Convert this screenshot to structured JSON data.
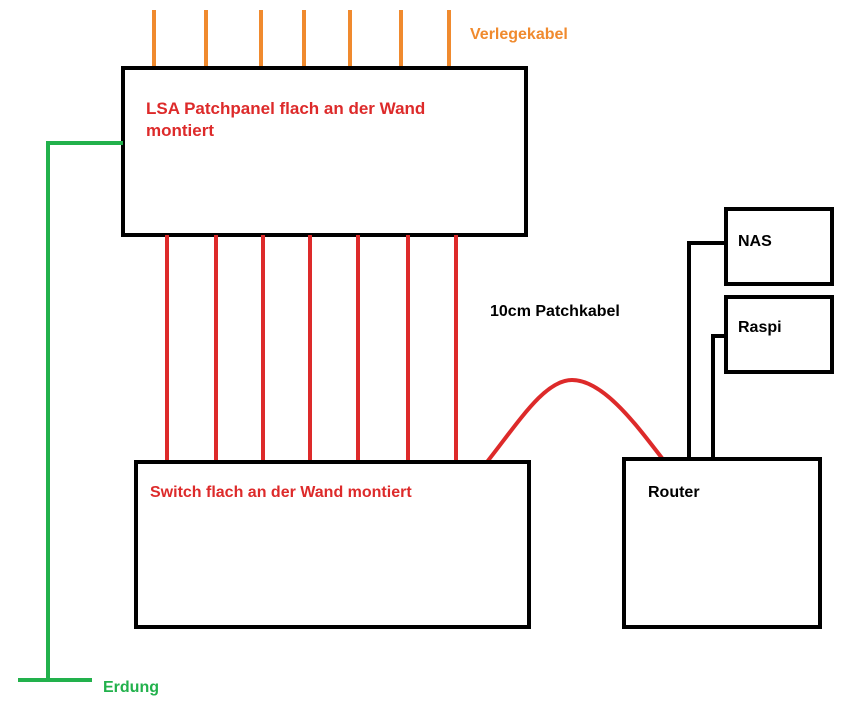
{
  "labels": {
    "verlegekabel": "Verlegekabel",
    "patchpanel_line1": "LSA Patchpanel flach an der Wand",
    "patchpanel_line2": "montiert",
    "patchkabel": "10cm Patchkabel",
    "switch": "Switch flach an der Wand montiert",
    "router": "Router",
    "nas": "NAS",
    "raspi": "Raspi",
    "erdung": "Erdung"
  },
  "colors": {
    "cable_in": "#f08a2e",
    "patch": "#dd2a2a",
    "ground": "#22b14c",
    "outline": "#000000",
    "label_black": "#000000"
  },
  "counts": {
    "incoming_cables": 7,
    "patch_cables": 7
  }
}
